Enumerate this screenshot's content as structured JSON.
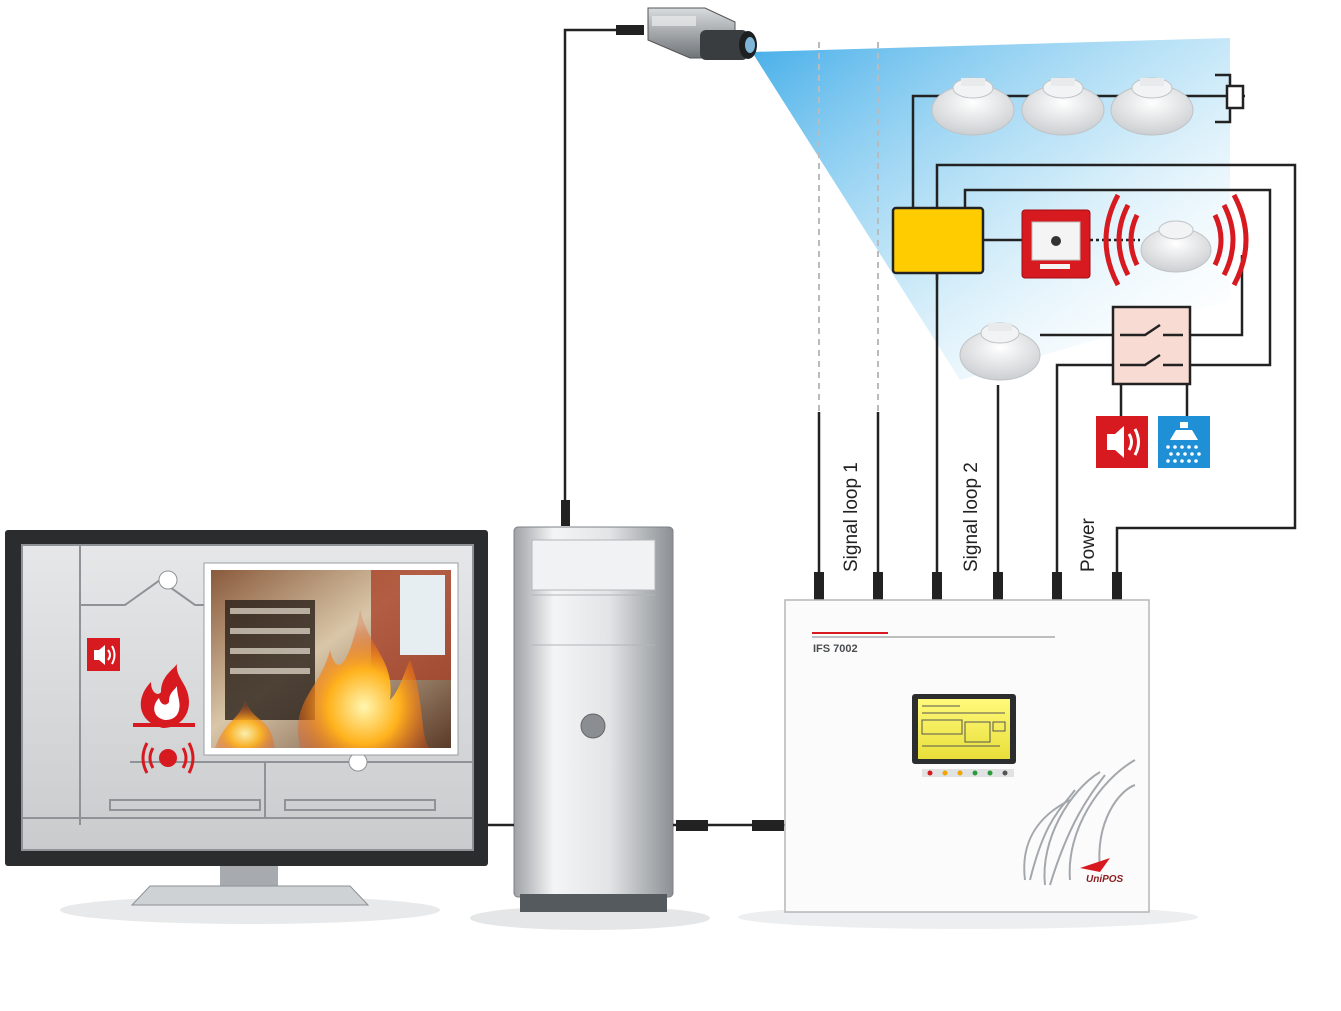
{
  "labels": {
    "signal_loop_1": "Signal loop 1",
    "signal_loop_2": "Signal loop 2",
    "power": "Power"
  },
  "panel": {
    "model": "IFS 7002",
    "brand": "UniPOS"
  },
  "colors": {
    "alarm_red": "#d71920",
    "module_yellow": "#ffcc00",
    "sprinkler_blue": "#1f8fd6",
    "camera_beam": "#7ccbf0",
    "wire": "#222222"
  },
  "icons": {
    "camera": "cctv-camera-icon",
    "smoke_detector": "smoke-detector-icon",
    "manual_call_point": "manual-call-point-icon",
    "siren": "siren-speaker-icon",
    "sprinkler": "sprinkler-icon",
    "fire": "fire-icon",
    "alarm": "alarm-beacon-icon",
    "end_of_line": "end-of-line-resistor-icon"
  }
}
